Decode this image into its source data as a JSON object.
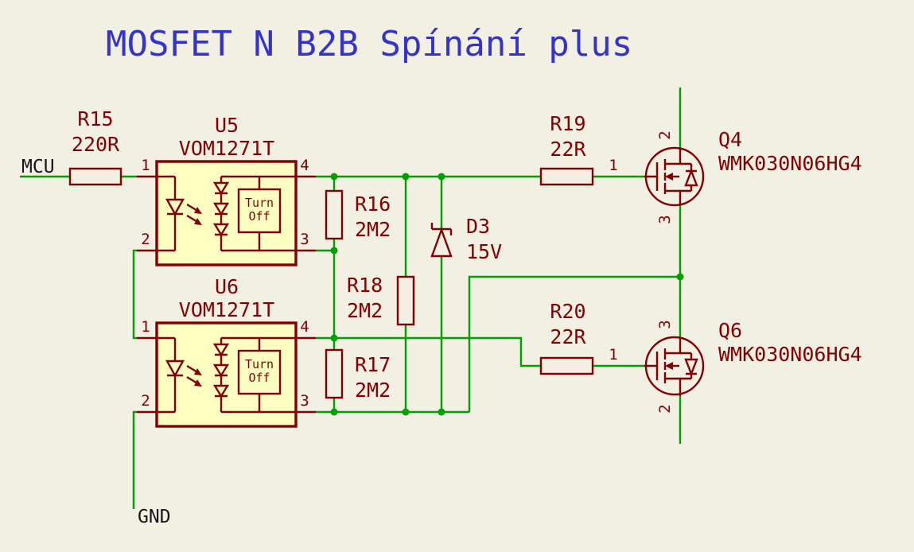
{
  "title": "MOSFET N B2B Spínání plus",
  "net_labels": {
    "mcu": "MCU",
    "gnd": "GND"
  },
  "colors": {
    "background": "#F2EFE3",
    "wire_green": "#00A000",
    "component_red": "#840000",
    "symbol_fill_yellow": "#FFFFC2",
    "title_blue": "#3434C8",
    "net_label_black": "#151515"
  },
  "components": {
    "r15": {
      "ref": "R15",
      "value": "220R"
    },
    "r16": {
      "ref": "R16",
      "value": "2M2"
    },
    "r17": {
      "ref": "R17",
      "value": "2M2"
    },
    "r18": {
      "ref": "R18",
      "value": "2M2"
    },
    "r19": {
      "ref": "R19",
      "value": "22R"
    },
    "r20": {
      "ref": "R20",
      "value": "22R"
    },
    "d3": {
      "ref": "D3",
      "value": "15V"
    },
    "u5": {
      "ref": "U5",
      "value": "VOM1271T",
      "box_label_line1": "Turn",
      "box_label_line2": "Off",
      "pins": {
        "p1": "1",
        "p2": "2",
        "p3": "3",
        "p4": "4"
      }
    },
    "u6": {
      "ref": "U6",
      "value": "VOM1271T",
      "box_label_line1": "Turn",
      "box_label_line2": "Off",
      "pins": {
        "p1": "1",
        "p2": "2",
        "p3": "3",
        "p4": "4"
      }
    },
    "q4": {
      "ref": "Q4",
      "value": "WMK030N06HG4",
      "pins": {
        "gate": "1",
        "drain": "2",
        "source": "3"
      }
    },
    "q6": {
      "ref": "Q6",
      "value": "WMK030N06HG4",
      "pins": {
        "gate": "1",
        "drain": "2",
        "source": "3"
      }
    }
  }
}
